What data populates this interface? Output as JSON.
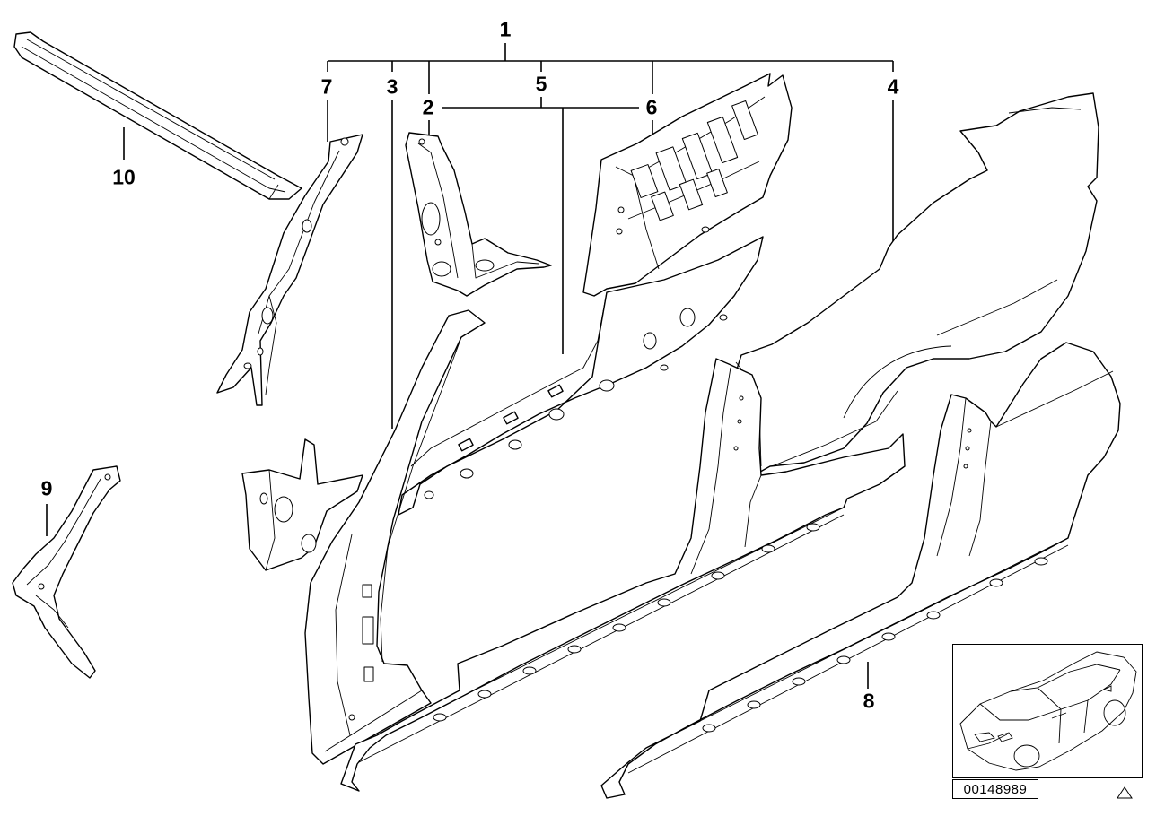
{
  "diagram": {
    "callouts": [
      {
        "id": "1",
        "label": "1"
      },
      {
        "id": "2",
        "label": "2"
      },
      {
        "id": "3",
        "label": "3"
      },
      {
        "id": "4",
        "label": "4"
      },
      {
        "id": "5",
        "label": "5"
      },
      {
        "id": "6",
        "label": "6"
      },
      {
        "id": "7",
        "label": "7"
      },
      {
        "id": "8",
        "label": "8"
      },
      {
        "id": "9",
        "label": "9"
      },
      {
        "id": "10",
        "label": "10"
      }
    ],
    "reference_code": "00148989",
    "icons": {
      "warning": "warning-triangle-icon",
      "vehicle": "car-thumbnail-icon"
    }
  }
}
